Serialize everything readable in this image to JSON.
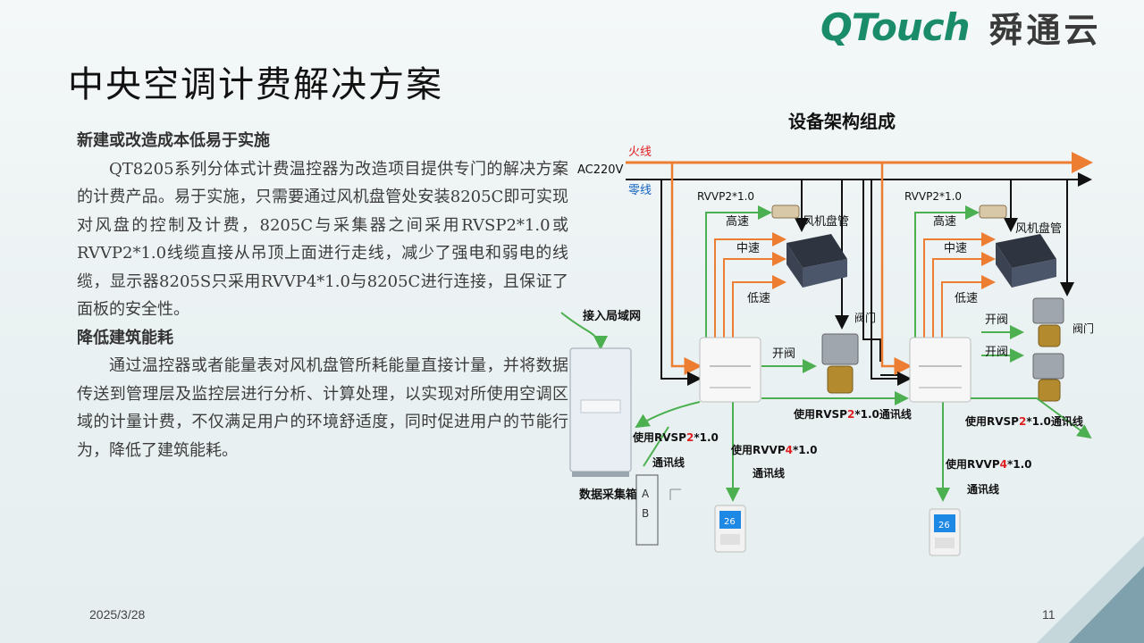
{
  "logo": {
    "en": "QTouch",
    "cn": "舜通云"
  },
  "slide": {
    "title": "中央空调计费解决方案"
  },
  "section1": {
    "heading": "新建或改造成本低易于实施",
    "body": "QT8205系列分体式计费温控器为改造项目提供专门的解决方案的计费产品。易于实施，只需要通过风机盘管处安装8205C即可实现对风盘的控制及计费，8205C与采集器之间采用RVSP2*1.0或RVVP2*1.0线缆直接从吊顶上面进行走线，减少了强电和弱电的线缆，显示器8205S只采用RVVP4*1.0与8205C进行连接，且保证了面板的安全性。"
  },
  "section2": {
    "heading": "降低建筑能耗",
    "body": "通过温控器或者能量表对风机盘管所耗能量直接计量，并将数据传送到管理层及监控层进行分析、计算处理，以实现对所使用空调区域的计量计费，不仅满足用户的环境舒适度，同时促进用户的节能行为，降低了建筑能耗。"
  },
  "diagram": {
    "title": "设备架构组成",
    "fire_line": "火线",
    "neutral_line": "零线",
    "ac_label": "AC220V",
    "rvvp_1": "RVVP2*1.0",
    "rvvp_2": "RVVP2*1.0",
    "high_1": "高速",
    "mid_1": "中速",
    "low_1": "低速",
    "high_2": "高速",
    "mid_2": "中速",
    "low_2": "低速",
    "fan_coil_1": "风机盘管",
    "fan_coil_2": "风机盘管",
    "valve_1": "阀门",
    "valve_2": "阀门",
    "open_valve_1": "开阀",
    "open_valve_2": "开阀",
    "open_valve_3": "开阀",
    "lan": "接入局域网",
    "collector": "数据采集箱",
    "comm_a_pre": "使用RVSP",
    "comm_a_red": "2",
    "comm_a_post": "*1.0",
    "comm_a_line": "通讯线",
    "comm_b_pre": "使用RVVP",
    "comm_b_red": "4",
    "comm_b_post": "*1.0",
    "comm_b_line": "通讯线",
    "comm_c_pre": "使用RVSP",
    "comm_c_red": "2",
    "comm_c_post": "*1.0通讯线",
    "comm_d_pre": "使用RVSP",
    "comm_d_red": "2",
    "comm_d_post": "*1.0通讯线",
    "comm_e_pre": "使用RVVP",
    "comm_e_red": "4",
    "comm_e_post": "*1.0",
    "comm_e_line": "通讯线",
    "bus_a": "A",
    "bus_b": "B",
    "thermostat_temp": "26"
  },
  "footer": {
    "date": "2025/3/28",
    "page": "11"
  },
  "colors": {
    "brand": "#1a8c6a",
    "orange": "#ed7d31",
    "green": "#4caf50",
    "red": "#e02020"
  }
}
